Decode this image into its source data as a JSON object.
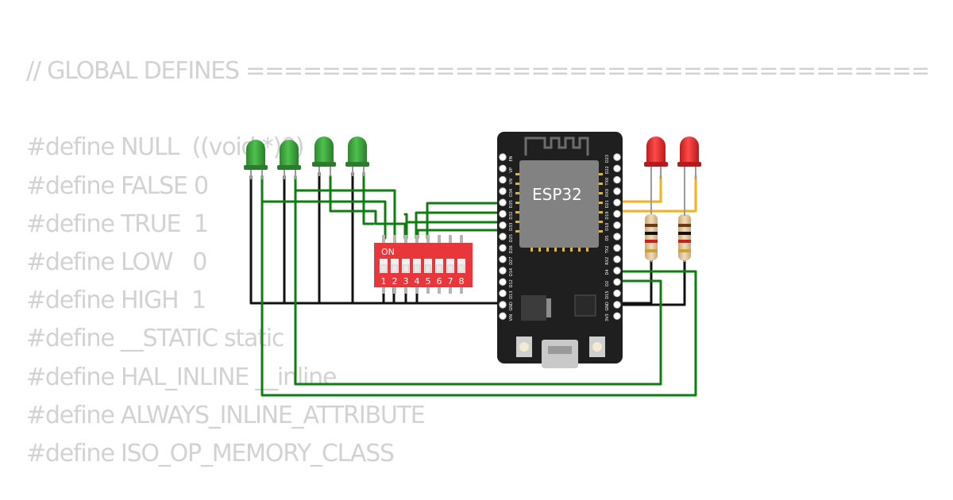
{
  "code_lines": [
    "// GLOBAL DEFINES ========================================================",
    "",
    "#define NULL  ((void *)0)",
    "#define FALSE 0",
    "#define TRUE  1",
    "#define LOW   0",
    "#define HIGH  1",
    "#define __STATIC static",
    "#define HAL_INLINE __inline",
    "#define ALWAYS_INLINE_ATTRIBUTE",
    "#define ISO_OP_MEMORY_CLASS"
  ],
  "board": {
    "chip_label": "ESP32",
    "left_pins": [
      "EN",
      "VP",
      "VN",
      "D34",
      "D35",
      "D32",
      "D33",
      "D25",
      "D26",
      "D27",
      "D14",
      "D12",
      "D13",
      "GND",
      "VIN"
    ],
    "right_pins": [
      "D23",
      "D22",
      "TX0",
      "RX0",
      "D21",
      "D19",
      "D18",
      "D5",
      "TX2",
      "RX2",
      "D4",
      "D2",
      "D15",
      "GND",
      "3V3"
    ]
  },
  "dip_switch": {
    "on_label": "ON",
    "positions": [
      "1",
      "2",
      "3",
      "4",
      "5",
      "6",
      "7",
      "8"
    ]
  },
  "leds": {
    "green_count": 4,
    "red_count": 2
  },
  "colors": {
    "code_text": "#d2d2d2",
    "board": "#1f1f1f",
    "chip": "#828282",
    "dip_body": "#e8363a",
    "led_green": "#3caa3c",
    "led_red": "#e82a2a",
    "wire_green": "#0f7d0f",
    "wire_black": "#111111",
    "wire_yellow": "#f2b21f"
  }
}
